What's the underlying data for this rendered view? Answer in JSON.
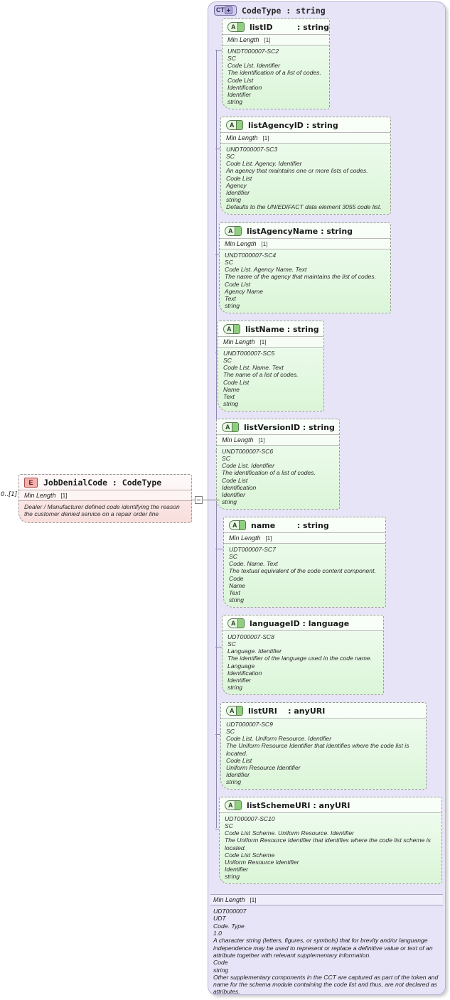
{
  "diagram": {
    "complex_type": {
      "icon": "complex-type-icon",
      "icon_label": "CT",
      "expand_glyph": "+",
      "title": "CodeType : string"
    },
    "element": {
      "icon": "element-icon",
      "icon_label": "E",
      "title": "JobDenialCode : CodeType",
      "cardinality": "0..[1]",
      "facet": {
        "label": "Min Length",
        "value": "[1]"
      },
      "documentation": [
        "Dealer / Manufacturer defined code identifying the reason",
        "the customer denied service on a repair order line"
      ]
    },
    "connector": {
      "name": "collapse-toggle",
      "glyph": "−"
    },
    "attributes": [
      {
        "icon_label": "A",
        "name": "listID",
        "type": ": string",
        "facet": {
          "label": "Min Length",
          "value": "[1]"
        },
        "documentation": [
          "UNDT000007-SC2",
          "SC",
          "Code List. Identifier",
          "The identification of a list of codes.",
          "Code List",
          "Identification",
          "Identifier",
          "string"
        ]
      },
      {
        "icon_label": "A",
        "name": "listAgencyID",
        "type": ": string",
        "facet": {
          "label": "Min Length",
          "value": "[1]"
        },
        "documentation": [
          "UNDT000007-SC3",
          "SC",
          "Code List. Agency. Identifier",
          "An agency that maintains one or more lists of codes.",
          "Code List",
          "Agency",
          "Identifier",
          "string",
          "Defaults to the UN/EDIFACT data element 3055 code list."
        ]
      },
      {
        "icon_label": "A",
        "name": "listAgencyName",
        "type": ": string",
        "facet": {
          "label": "Min Length",
          "value": "[1]"
        },
        "documentation": [
          "UNDT000007-SC4",
          "SC",
          "Code List. Agency Name. Text",
          "The name of the agency that maintains the list of codes.",
          "Code List",
          "Agency Name",
          "Text",
          "string"
        ]
      },
      {
        "icon_label": "A",
        "name": "listName",
        "type": ": string",
        "facet": {
          "label": "Min Length",
          "value": "[1]"
        },
        "documentation": [
          "UNDT000007-SC5",
          "SC",
          "Code List. Name. Text",
          "The name of a list of codes.",
          "Code List",
          "Name",
          "Text",
          "string"
        ]
      },
      {
        "icon_label": "A",
        "name": "listVersionID",
        "type": ": string",
        "facet": {
          "label": "Min Length",
          "value": "[1]"
        },
        "documentation": [
          "UNDT000007-SC6",
          "SC",
          "Code List. Identifier",
          "The identification of a list of codes.",
          "Code List",
          "Identification",
          "Identifier",
          "string"
        ]
      },
      {
        "icon_label": "A",
        "name": "name",
        "type": ": string",
        "facet": {
          "label": "Min Length",
          "value": "[1]"
        },
        "documentation": [
          "UDT000007-SC7",
          "SC",
          "Code. Name. Text",
          "The textual equivalent of the code content component.",
          "Code",
          "Name",
          "Text",
          "string"
        ]
      },
      {
        "icon_label": "A",
        "name": "languageID",
        "type": ": language",
        "facet": null,
        "documentation": [
          "UDT000007-SC8",
          "SC",
          "Language. Identifier",
          "The identifier of the language used in the code name.",
          "Language",
          "Identification",
          "Identifier",
          "string"
        ]
      },
      {
        "icon_label": "A",
        "name": "listURI",
        "type": ": anyURI",
        "facet": null,
        "documentation": [
          "UDT000007-SC9",
          "SC",
          "Code List. Uniform Resource. Identifier",
          "The Uniform Resource Identifier that identifies where the code list is located.",
          "Code List",
          "Uniform Resource Identifier",
          "Identifier",
          "string"
        ]
      },
      {
        "icon_label": "A",
        "name": "listSchemeURI",
        "type": ": anyURI",
        "facet": null,
        "documentation": [
          "UDT000007-SC10",
          "SC",
          "Code List Scheme. Uniform Resource. Identifier",
          "The Uniform Resource Identifier that identifies where the code list scheme is located.",
          "Code List Scheme",
          "Uniform Resource Identifier",
          "Identifier",
          "string"
        ]
      }
    ],
    "type_footer": {
      "facet": {
        "label": "Min Length",
        "value": "[1]"
      },
      "documentation": [
        "UDT000007",
        "UDT",
        "Code. Type",
        "1.0",
        "A character string (letters, figures, or symbols) that for brevity and/or languange independence may be used to represent or replace a definitive value or text of an attribute together with relevant supplementary information.",
        "Code",
        "string",
        "Other supplementary components in the CCT are captured as part of the token and name for the schema module containing the code list and thus, are not declared as attributes."
      ]
    }
  }
}
